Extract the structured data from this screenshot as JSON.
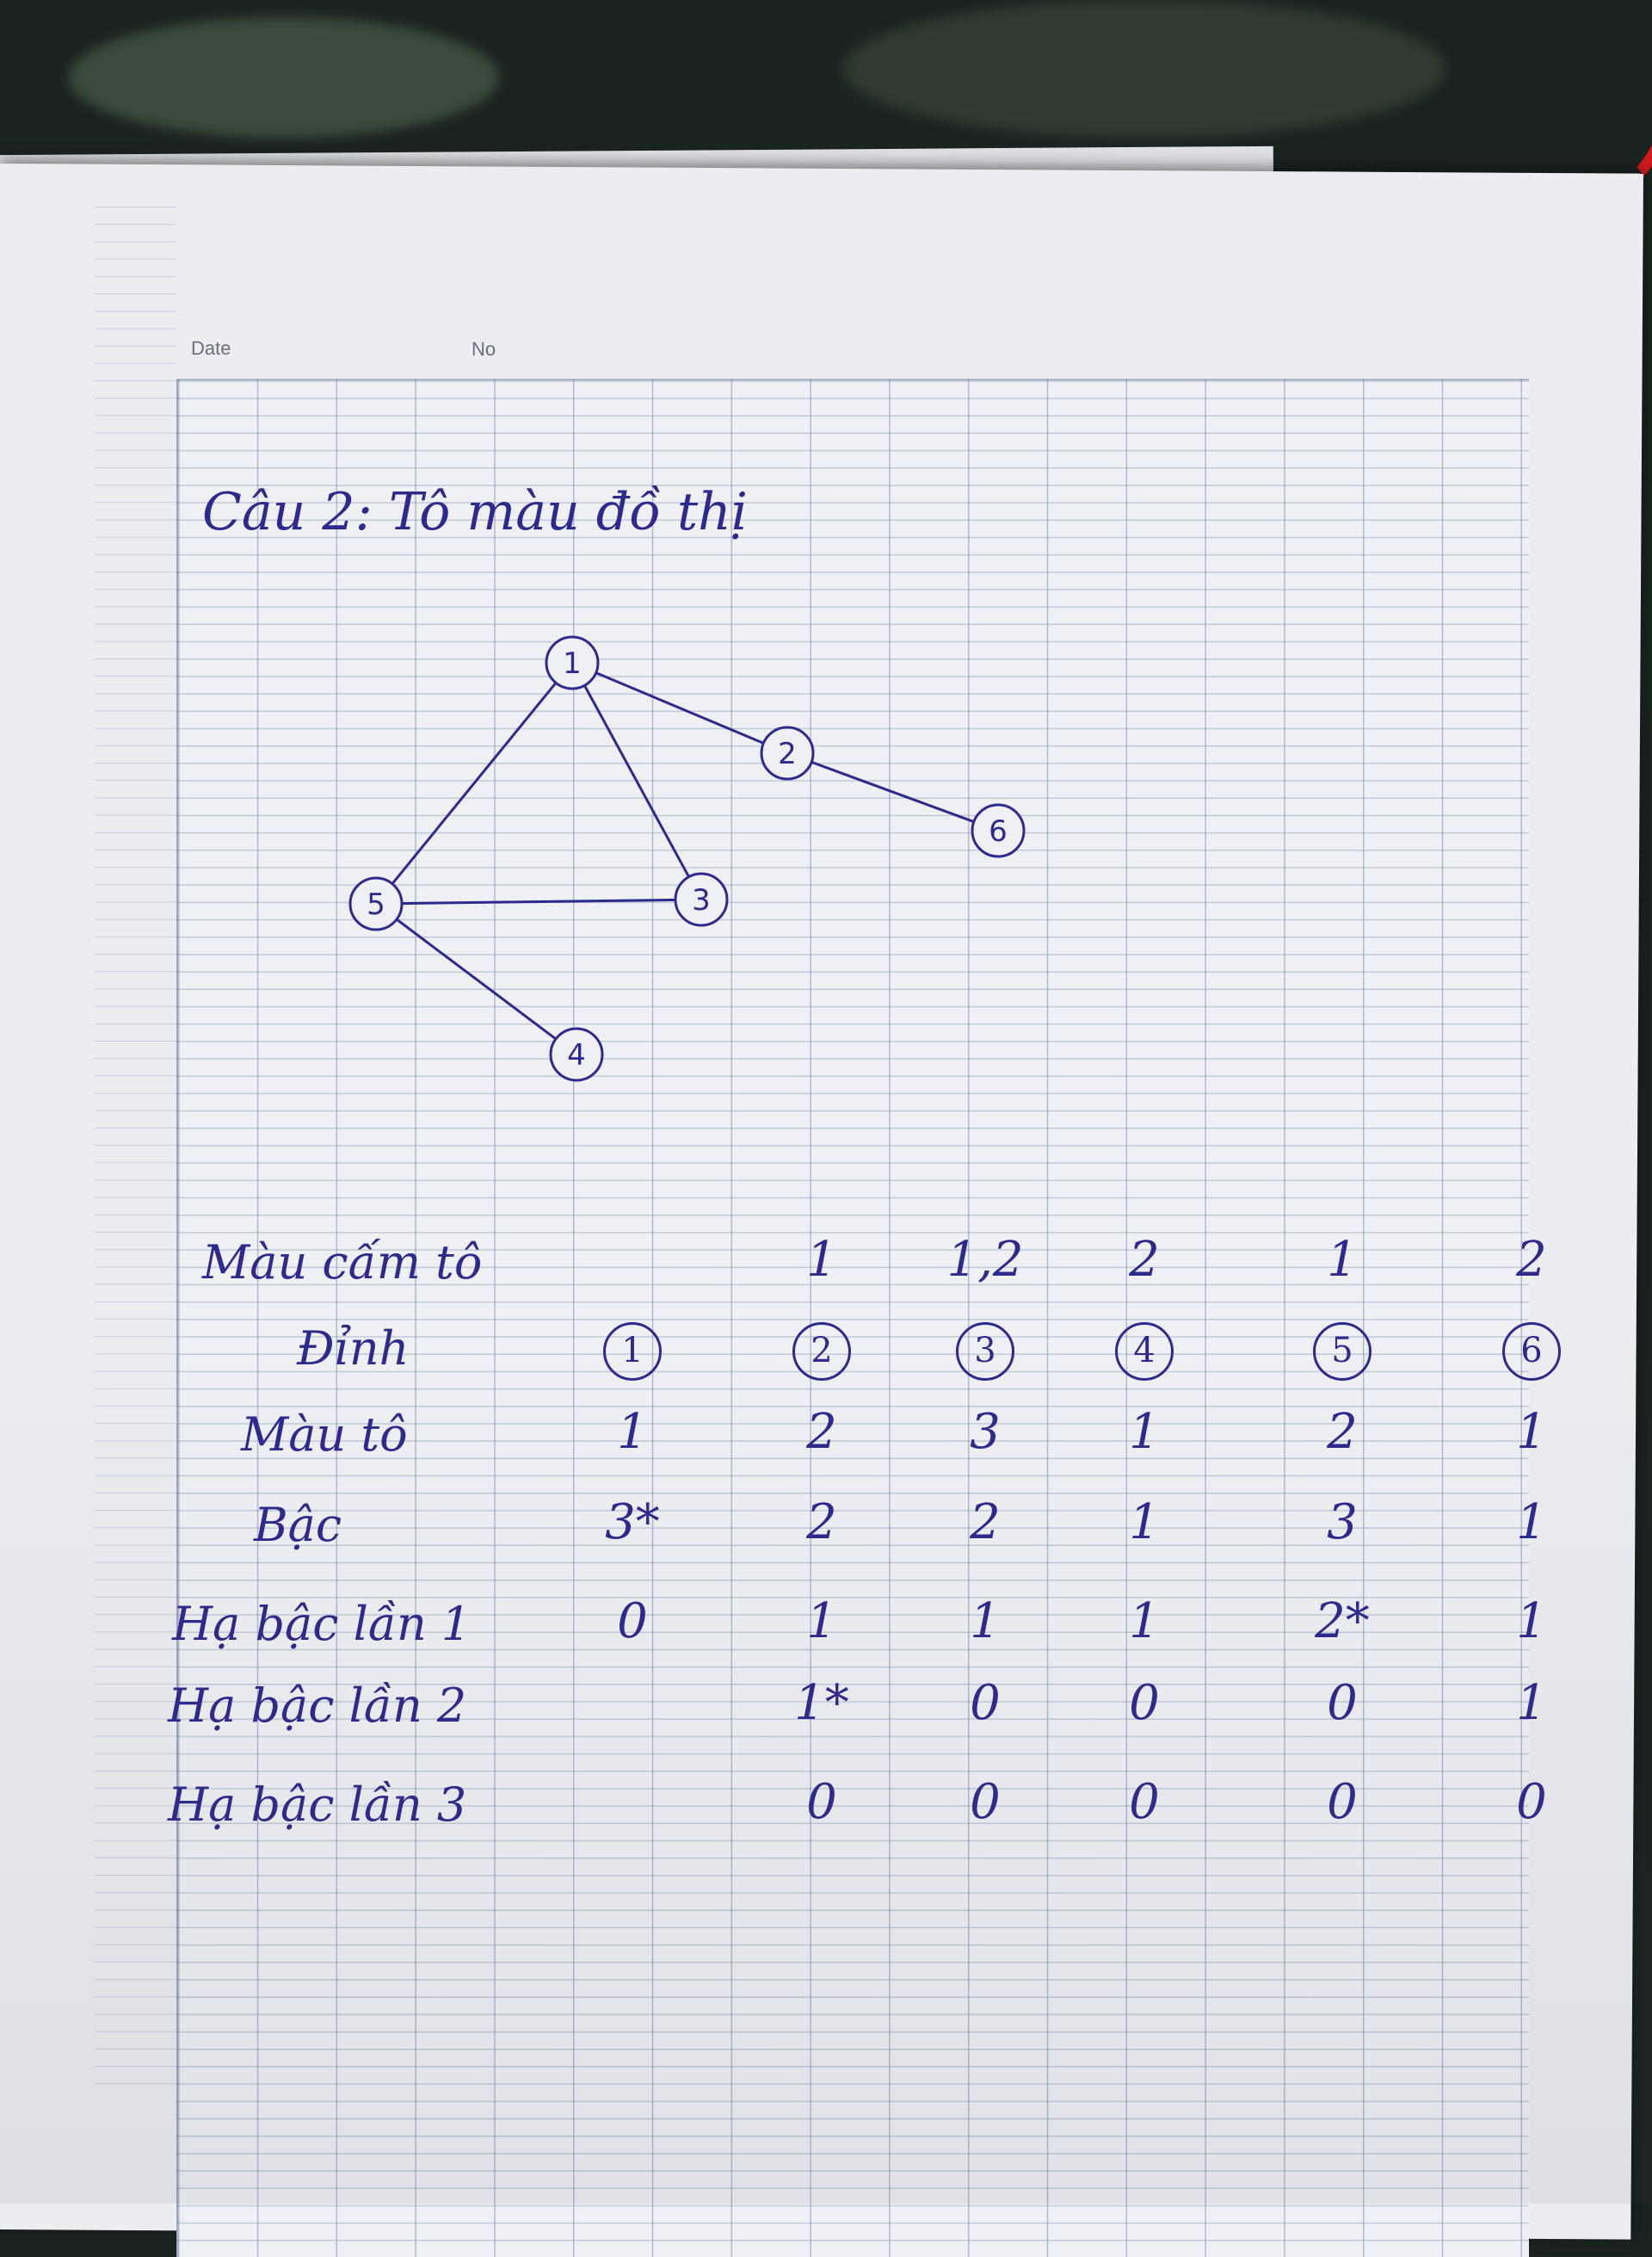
{
  "header": {
    "date_label": "Date",
    "no_label": "No"
  },
  "title": "Câu 2: Tô màu đồ thị",
  "graph": {
    "nodes": [
      "1",
      "2",
      "3",
      "4",
      "5",
      "6"
    ],
    "edges": [
      [
        "1",
        "2"
      ],
      [
        "2",
        "6"
      ],
      [
        "1",
        "3"
      ],
      [
        "1",
        "5"
      ],
      [
        "5",
        "3"
      ],
      [
        "5",
        "4"
      ]
    ]
  },
  "table": {
    "rows": [
      {
        "label": "Màu cấm tô",
        "cells": [
          "",
          "1",
          "1,2",
          "2",
          "1",
          "2"
        ]
      },
      {
        "label": "Đỉnh",
        "cells": [
          "1",
          "2",
          "3",
          "4",
          "5",
          "6"
        ],
        "circled": true
      },
      {
        "label": "Màu tô",
        "cells": [
          "1",
          "2",
          "3",
          "1",
          "2",
          "1"
        ]
      },
      {
        "label": "Bậc",
        "cells": [
          "3*",
          "2",
          "2",
          "1",
          "3",
          "1"
        ]
      },
      {
        "label": "Hạ bậc lần 1",
        "cells": [
          "0",
          "1",
          "1",
          "1",
          "2*",
          "1"
        ]
      },
      {
        "label": "Hạ bậc lần 2",
        "cells": [
          "",
          "1*",
          "0",
          "0",
          "0",
          "1"
        ]
      },
      {
        "label": "Hạ bậc lần 3",
        "cells": [
          "",
          "0",
          "0",
          "0",
          "0",
          "0"
        ]
      }
    ]
  },
  "colors": {
    "ink": "#2d2a8e",
    "paper": "#ecedf1",
    "grid": "#5a6e96"
  }
}
